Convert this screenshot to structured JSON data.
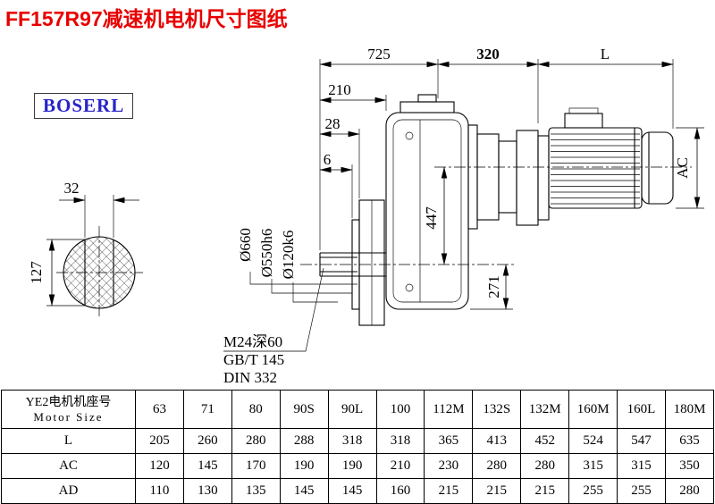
{
  "title": "FF157R97减速机电机尺寸图纸",
  "brand": "BOSERL",
  "drawing": {
    "dims": {
      "overall_left": "725",
      "adapter": "320",
      "motor_length": "L",
      "offset_210": "210",
      "offset_28": "28",
      "offset_6": "6",
      "center_height": "447",
      "flange_drop": "271",
      "motor_diameter": "AC",
      "key_width": "32",
      "shaft_section": "127",
      "flange_od": "Ø660",
      "flange_spigot": "Ø550h6",
      "shaft_bore": "Ø120k6"
    },
    "notes": [
      "M24深60",
      "GB/T 145",
      "DIN 332"
    ]
  },
  "table": {
    "header": {
      "line1": "YE2电机机座号",
      "line2": "Motor Size"
    },
    "sizes": [
      "63",
      "71",
      "80",
      "90S",
      "90L",
      "100",
      "112M",
      "132S",
      "132M",
      "160M",
      "160L",
      "180M"
    ],
    "rows": [
      {
        "label": "L",
        "values": [
          "205",
          "260",
          "280",
          "288",
          "318",
          "318",
          "365",
          "413",
          "452",
          "524",
          "547",
          "635"
        ]
      },
      {
        "label": "AC",
        "values": [
          "120",
          "145",
          "170",
          "190",
          "190",
          "210",
          "230",
          "280",
          "280",
          "315",
          "315",
          "350"
        ]
      },
      {
        "label": "AD",
        "values": [
          "110",
          "130",
          "135",
          "145",
          "145",
          "160",
          "215",
          "215",
          "215",
          "255",
          "255",
          "280"
        ]
      }
    ]
  }
}
